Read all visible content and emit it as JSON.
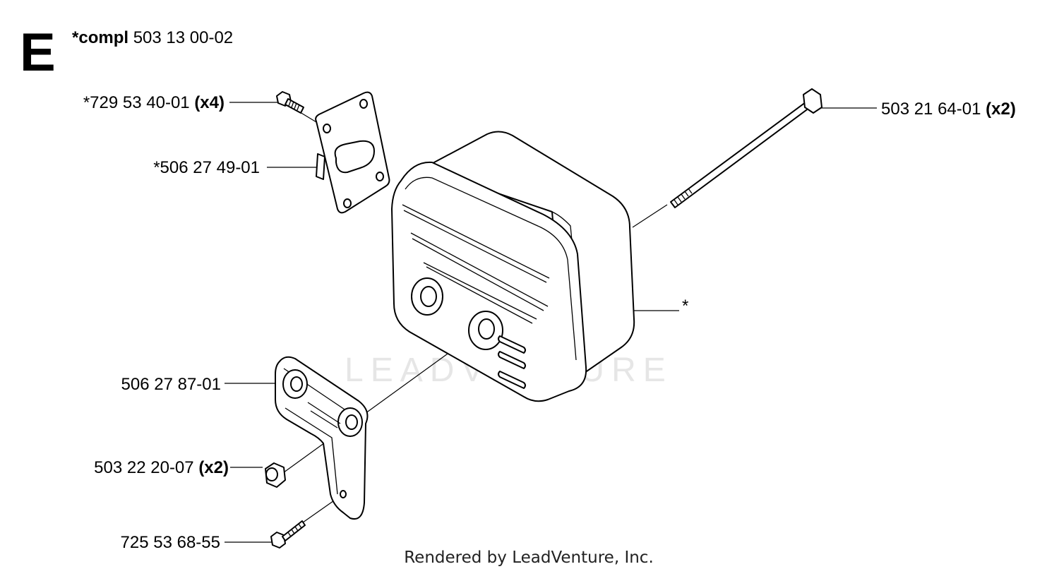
{
  "section_letter": "E",
  "assembly": {
    "prefix": "*compl",
    "number": "503 13 00-02"
  },
  "parts": [
    {
      "number": "*729 53 40-01",
      "qty": "(x4)"
    },
    {
      "number": "*506 27 49-01",
      "qty": ""
    },
    {
      "number": "503 21 64-01",
      "qty": "(x2)"
    },
    {
      "number": "*",
      "qty": ""
    },
    {
      "number": "506 27 87-01",
      "qty": ""
    },
    {
      "number": "503 22 20-07",
      "qty": "(x2)"
    },
    {
      "number": "725 53 68-55",
      "qty": ""
    }
  ],
  "watermark": "LEADVENTURE",
  "footer": "Rendered by LeadVenture, Inc."
}
